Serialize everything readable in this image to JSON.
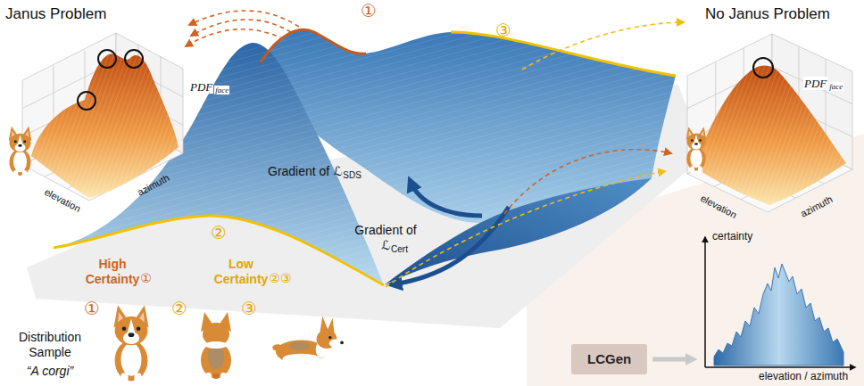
{
  "diagram": {
    "nodes": [
      {
        "text": [
          "LCGen"
        ]
      }
    ],
    "labels": [
      "Janus Problem",
      "PDF",
      "face",
      "azimuth",
      "elevation",
      "①",
      "③",
      "No Janus Problem",
      "PDF",
      "face",
      "azimuth",
      "elevation",
      "Gradient of ℒ",
      "SDS",
      "②",
      "Gradient of ℒ",
      "Cert",
      "High Certainty",
      "①",
      "Low Certainty",
      "②③",
      "Distribution Sample",
      "“A corgi”",
      "①",
      "②",
      "③",
      "certainty",
      "elevation / azimuth"
    ]
  }
}
